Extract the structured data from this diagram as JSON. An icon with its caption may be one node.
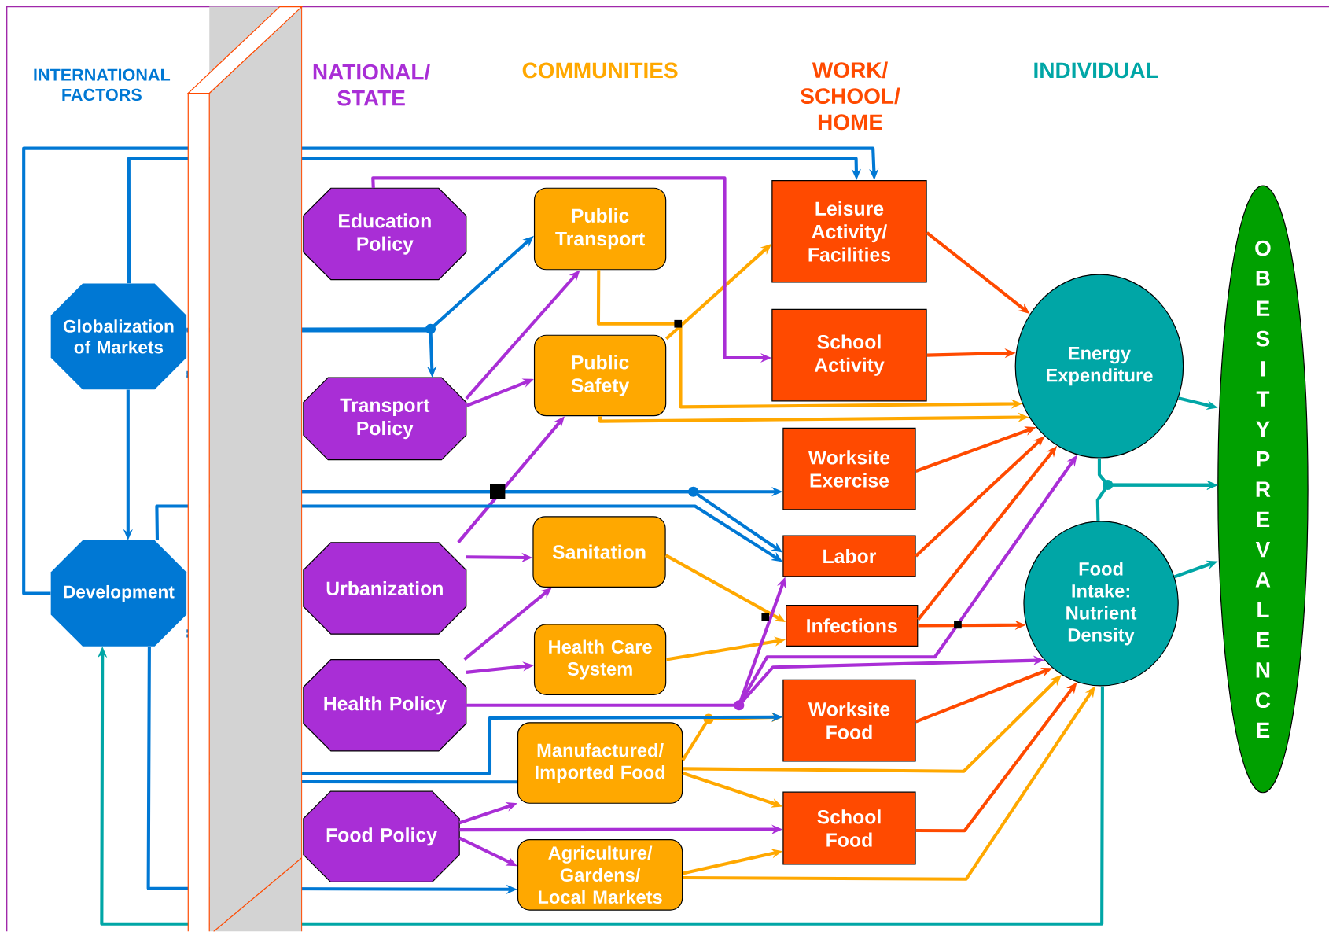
{
  "diagram": {
    "nodes": [
      {
        "text": [
          "Globalization of Markets"
        ]
      },
      {
        "text": [
          "Development"
        ]
      },
      {
        "text": [
          "Education Policy"
        ]
      },
      {
        "text": [
          "Transport Policy"
        ]
      },
      {
        "text": [
          "Urbanization"
        ]
      },
      {
        "text": [
          "Health Policy"
        ]
      },
      {
        "text": [
          "Food Policy"
        ]
      },
      {
        "text": [
          "Public Transport"
        ]
      },
      {
        "text": [
          "Public Safety"
        ]
      },
      {
        "text": [
          "Sanitation"
        ]
      },
      {
        "text": [
          "Health Care System"
        ]
      },
      {
        "text": [
          "Manufactured/ Imported Food"
        ]
      },
      {
        "text": [
          "Agriculture/ Gardens/ Local Markets"
        ]
      },
      {
        "text": [
          "Leisure Activity/ Facilities"
        ]
      },
      {
        "text": [
          "School Activity"
        ]
      },
      {
        "text": [
          "Worksite Exercise"
        ]
      },
      {
        "text": [
          "Labor"
        ]
      },
      {
        "text": [
          "Infections"
        ]
      },
      {
        "text": [
          "Worksite Food"
        ]
      },
      {
        "text": [
          "School Food"
        ]
      },
      {
        "text": [
          "Energy Expenditure"
        ]
      },
      {
        "text": [
          "Food Intake: Nutrient Density"
        ]
      },
      {
        "text": [
          "OBESITY PREVALENCE"
        ]
      }
    ],
    "edges": [
      {
        "from": 0,
        "to": 1,
        "arrow": "to",
        "color": "#0078d4"
      },
      {
        "from": 0,
        "to": 13,
        "arrow": "to",
        "color": "#0078d4"
      },
      {
        "from": 1,
        "to": 13,
        "arrow": "to",
        "color": "#0078d4"
      },
      {
        "from": 0,
        "to": 7,
        "arrow": "to",
        "color": "#0078d4"
      },
      {
        "from": 0,
        "to": 3,
        "arrow": "to",
        "color": "#0078d4"
      },
      {
        "from": 0,
        "to": 15,
        "arrow": "to",
        "color": "#0078d4"
      },
      {
        "from": 0,
        "to": 16,
        "arrow": "to",
        "color": "#0078d4"
      },
      {
        "from": 1,
        "to": 16,
        "arrow": "to",
        "color": "#0078d4"
      },
      {
        "from": 1,
        "to": 18,
        "arrow": "to",
        "color": "#0078d4"
      },
      {
        "from": 1,
        "to": 11,
        "arrow": "none",
        "color": "#0078d4"
      },
      {
        "from": 1,
        "to": 12,
        "arrow": "to",
        "color": "#0078d4"
      },
      {
        "from": 21,
        "to": 1,
        "arrow": "to",
        "color": "#00a6a6"
      },
      {
        "from": 20,
        "to": 22,
        "arrow": "to",
        "color": "#00a6a6"
      },
      {
        "from": 21,
        "to": 22,
        "arrow": "to",
        "color": "#00a6a6"
      },
      {
        "from": 20,
        "to": 22,
        "arrow": "to",
        "color": "#00a6a6"
      },
      {
        "from": 21,
        "to": 22,
        "arrow": "to",
        "color": "#00a6a6"
      },
      {
        "from": 2,
        "to": 14,
        "arrow": "to"
      },
      {
        "from": 3,
        "to": 7,
        "arrow": "to"
      },
      {
        "from": 3,
        "to": 8,
        "arrow": "to"
      },
      {
        "from": 4,
        "to": 8,
        "arrow": "to"
      },
      {
        "from": 4,
        "to": 9,
        "arrow": "to"
      },
      {
        "from": 5,
        "to": 9,
        "arrow": "to"
      },
      {
        "from": 5,
        "to": 10,
        "arrow": "to"
      },
      {
        "from": 5,
        "to": 16,
        "arrow": "to"
      },
      {
        "from": 5,
        "to": 20,
        "arrow": "to"
      },
      {
        "from": 5,
        "to": 21,
        "arrow": "to"
      },
      {
        "from": 6,
        "to": 11,
        "arrow": "to"
      },
      {
        "from": 6,
        "to": 19,
        "arrow": "to"
      },
      {
        "from": 6,
        "to": 12,
        "arrow": "to"
      },
      {
        "from": 7,
        "to": 20,
        "arrow": "to",
        "color": "#ffa800"
      },
      {
        "from": 8,
        "to": 13,
        "arrow": "to",
        "color": "#ffa800"
      },
      {
        "from": 8,
        "to": 20,
        "arrow": "to",
        "color": "#ffa800"
      },
      {
        "from": 9,
        "to": 17,
        "arrow": "to",
        "color": "#ffa800"
      },
      {
        "from": 10,
        "to": 17,
        "arrow": "to",
        "color": "#ffa800"
      },
      {
        "from": 11,
        "to": 18,
        "arrow": "to",
        "color": "#ffa800"
      },
      {
        "from": 11,
        "to": 19,
        "arrow": "to",
        "color": "#ffa800"
      },
      {
        "from": 11,
        "to": 21,
        "arrow": "to",
        "color": "#ffa800"
      },
      {
        "from": 12,
        "to": 19,
        "arrow": "to",
        "color": "#ffa800"
      },
      {
        "from": 12,
        "to": 21,
        "arrow": "to",
        "color": "#ffa800"
      },
      {
        "from": 13,
        "to": 20,
        "arrow": "to",
        "color": "#ff4a00"
      },
      {
        "from": 14,
        "to": 20,
        "arrow": "to",
        "color": "#ff4a00"
      },
      {
        "from": 15,
        "to": 20,
        "arrow": "to",
        "color": "#ff4a00"
      },
      {
        "from": 16,
        "to": 20,
        "arrow": "to",
        "color": "#ff4a00"
      },
      {
        "from": 17,
        "to": 20,
        "arrow": "to",
        "color": "#ff4a00"
      },
      {
        "from": 17,
        "to": 21,
        "arrow": "to",
        "color": "#ff4a00"
      },
      {
        "from": 18,
        "to": 21,
        "arrow": "to",
        "color": "#ff4a00"
      },
      {
        "from": 19,
        "to": 21,
        "arrow": "to",
        "color": "#ff4a00"
      }
    ],
    "labels": [
      "INTERNATIONAL FACTORS",
      "NATIONAL/ STATE",
      "COMMUNITIES",
      "WORK/ SCHOOL/ HOME",
      "INDIVIDUAL"
    ]
  }
}
